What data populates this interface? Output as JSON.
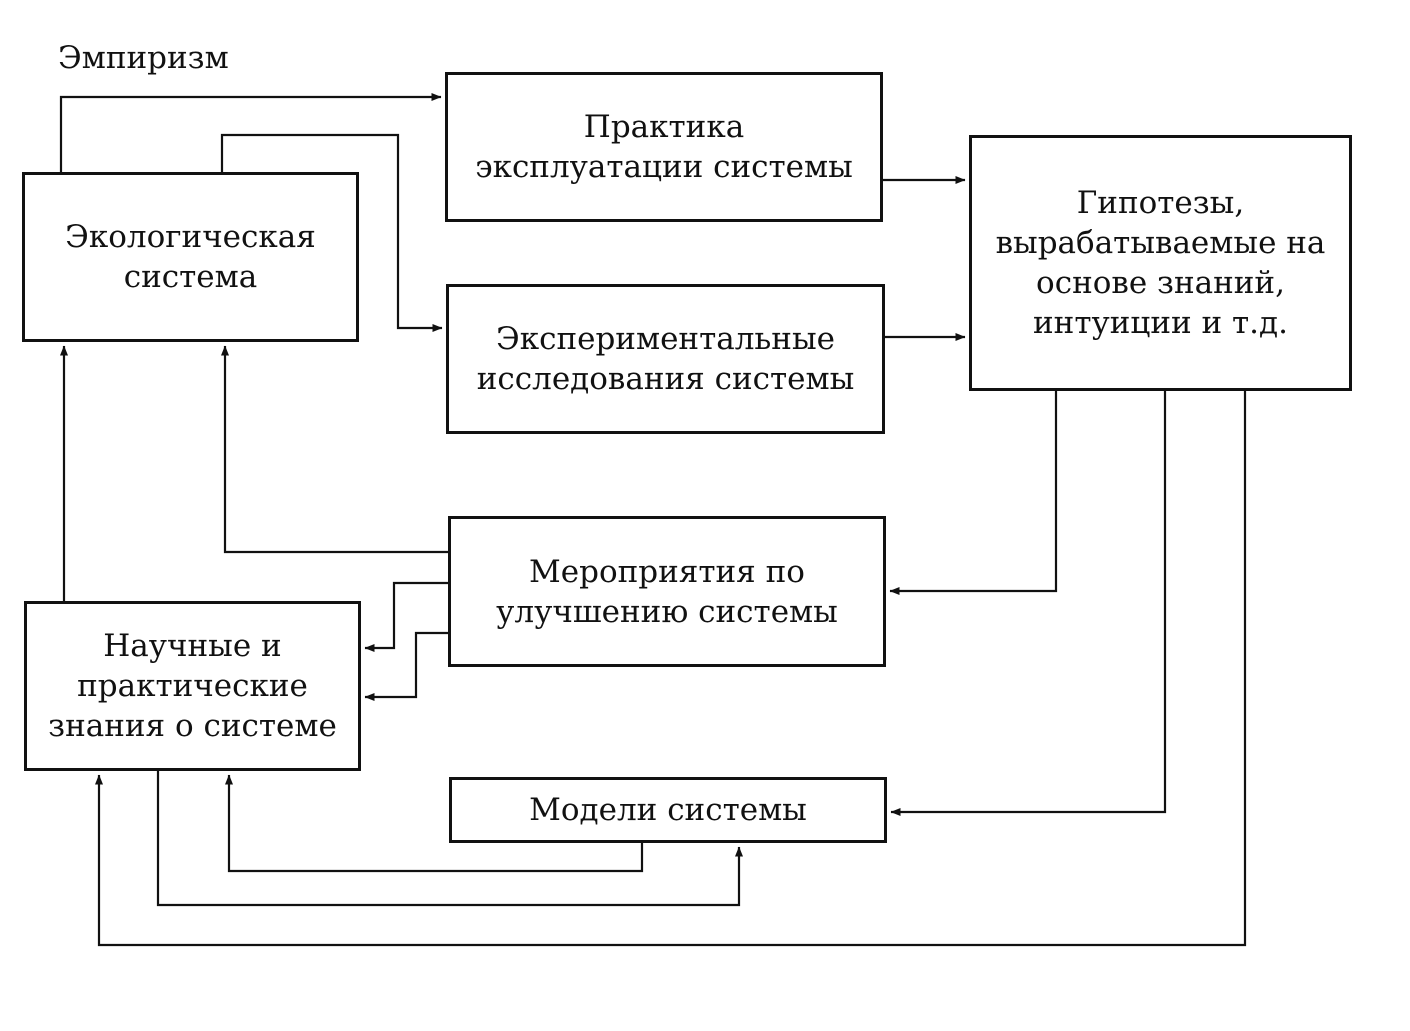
{
  "diagram": {
    "label_empiricism": "Эмпиризм",
    "nodes": {
      "eco": "Экологическая\nсистема",
      "practice": "Практика\nэксплуатации системы",
      "experim": "Экспериментальные\nисследования системы",
      "hypo": "Гипотезы,\nвырабатываемые на\nоснове знаний,\nинтуиции и т.д.",
      "measures": "Мероприятия по\nулучшению системы",
      "knowledge": "Научные и\nпрактические\nзнания о системе",
      "models": "Модели системы"
    }
  }
}
